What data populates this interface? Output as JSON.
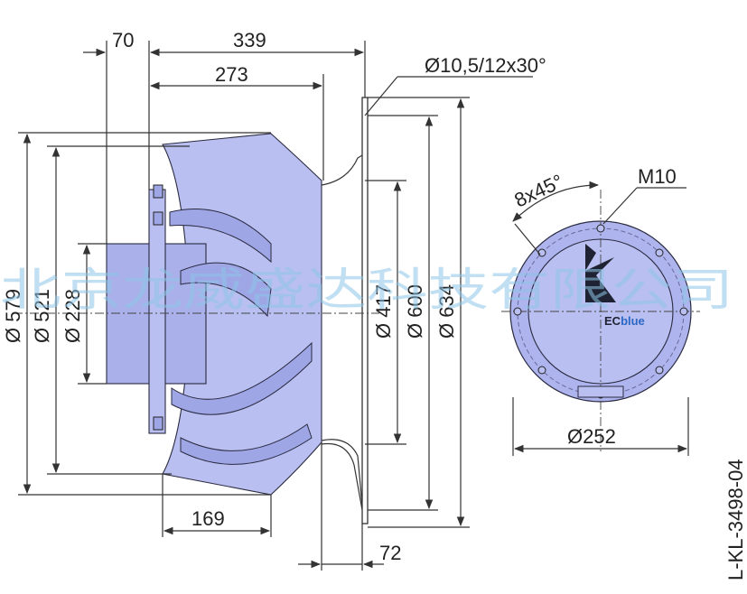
{
  "watermark": "北京龙威盛达科技有限公司",
  "drawing_number": "L-KL-3498-04",
  "logo_text": {
    "ec": "EC",
    "blue": "blue"
  },
  "dimensions": {
    "d70": "70",
    "d339": "339",
    "d273": "273",
    "hole": "Ø10,5/12x30°",
    "d579": "Ø 579",
    "d521": "Ø 521",
    "d228": "Ø 228",
    "d417": "Ø 417",
    "d600": "Ø 600",
    "d634": "Ø 634",
    "d169": "169",
    "d72": "72",
    "angle": "8x45°",
    "thread": "M10",
    "d252": "Ø252"
  },
  "colors": {
    "fan_body": "#b9bff0",
    "motor_face": "#aeb4ee",
    "watermark": "#8fc6e8"
  }
}
